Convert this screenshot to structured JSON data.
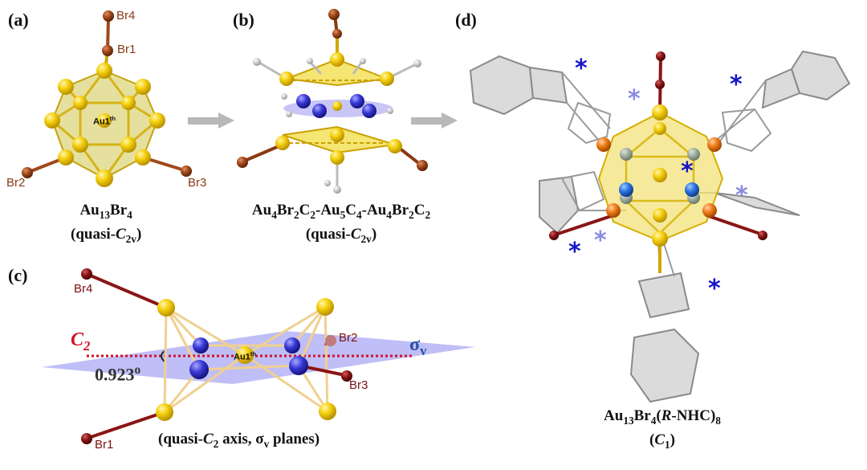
{
  "panels": {
    "a": {
      "label": "(a)",
      "caption_main": "Au",
      "caption_sub1": "13",
      "caption_mid": "Br",
      "caption_sub2": "4",
      "caption_sym_open": "(quasi-",
      "caption_sym": "C",
      "caption_sym_sub": "2v",
      "caption_sym_close": ")",
      "atoms": {
        "br1": "Br1",
        "br2": "Br2",
        "br3": "Br3",
        "br4": "Br4",
        "au1": "Au1",
        "au1_sup": "th"
      }
    },
    "b": {
      "label": "(b)",
      "caption_formula": "Au4Br2C2-Au5C4-Au4Br2C2",
      "caption_sym_open": "(quasi-",
      "caption_sym": "C",
      "caption_sym_sub": "2v",
      "caption_sym_close": ")"
    },
    "c": {
      "label": "(c)",
      "axis_label": "C",
      "axis_sub": "2",
      "plane_label": "σ",
      "plane_sub": "v",
      "angle": "0.923",
      "angle_sup": "o",
      "caption_open": "(quasi-",
      "caption_axis": "C",
      "caption_axis_sub": "2",
      "caption_rest": " axis, σ",
      "caption_rest_sub": "v",
      "caption_close": " planes)",
      "atoms": {
        "br1": "Br1",
        "br2": "Br2",
        "br3": "Br3",
        "br4": "Br4",
        "au1": "Au1",
        "au1_sup": "th"
      }
    },
    "d": {
      "label": "(d)",
      "caption_formula": "Au13Br4(R-NHC)8",
      "caption_sym_open": "(",
      "caption_sym": "C",
      "caption_sym_sub": "1",
      "caption_sym_close": ")",
      "chiral_mark": "*"
    }
  },
  "colors": {
    "gold": "#f2c80f",
    "gold_shell": "#f3e27a",
    "bromine": "#9a4a1a",
    "carbon_blue": "#3b3bd6",
    "plane": "#8a88f0",
    "c2_axis": "#d0102a",
    "ligand": "#9a9a9a",
    "nitrogen_orange": "#e8781a"
  },
  "arrows": [
    "arrow-a-to-b",
    "arrow-b-to-d"
  ]
}
